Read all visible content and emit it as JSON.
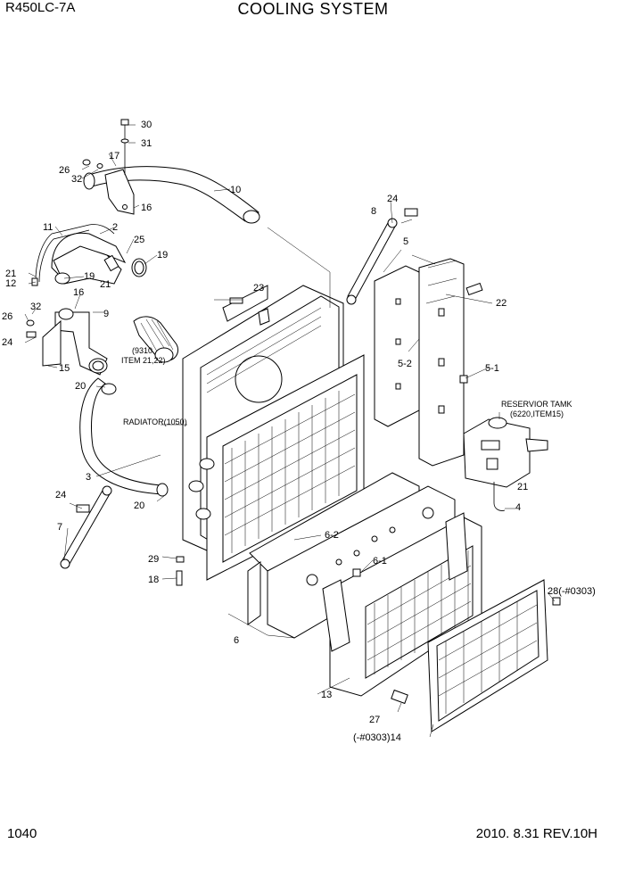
{
  "header": {
    "model": "R450LC-7A",
    "title": "COOLING SYSTEM"
  },
  "footer": {
    "page": "1040",
    "date_rev": "2010. 8.31  REV.10H"
  },
  "callouts": {
    "c30": "30",
    "c31": "31",
    "c17": "17",
    "c26a": "26",
    "c32a": "32",
    "c16a": "16",
    "c10": "10",
    "c2": "2",
    "c11": "11",
    "c25": "25",
    "c19a": "19",
    "c21a": "21",
    "c12": "12",
    "c19b": "19",
    "c21b": "21",
    "c16b": "16",
    "c32b": "32",
    "c9": "9",
    "c26b": "26",
    "c24a": "24",
    "c15": "15",
    "c20a": "20",
    "c23": "23",
    "c8": "8",
    "c24b": "24",
    "c5": "5",
    "c22": "22",
    "c52": "5-2",
    "c51": "5-1",
    "c3": "3",
    "c24c": "24",
    "c20b": "20",
    "c7": "7",
    "c29": "29",
    "c18": "18",
    "c62": "6-2",
    "c61": "6-1",
    "c6": "6",
    "c4": "4",
    "c21c": "21",
    "c13": "13",
    "c27": "27",
    "c28": "28(-#0303)",
    "c14": "(-#0303)14"
  },
  "notes": {
    "item_ref_1": "(9310",
    "item_ref_2": "ITEM 21,22)",
    "radiator": "RADIATOR(1050)",
    "reservoir_1": "RESERVIOR TAMK",
    "reservoir_2": "(6220,ITEM15)"
  }
}
